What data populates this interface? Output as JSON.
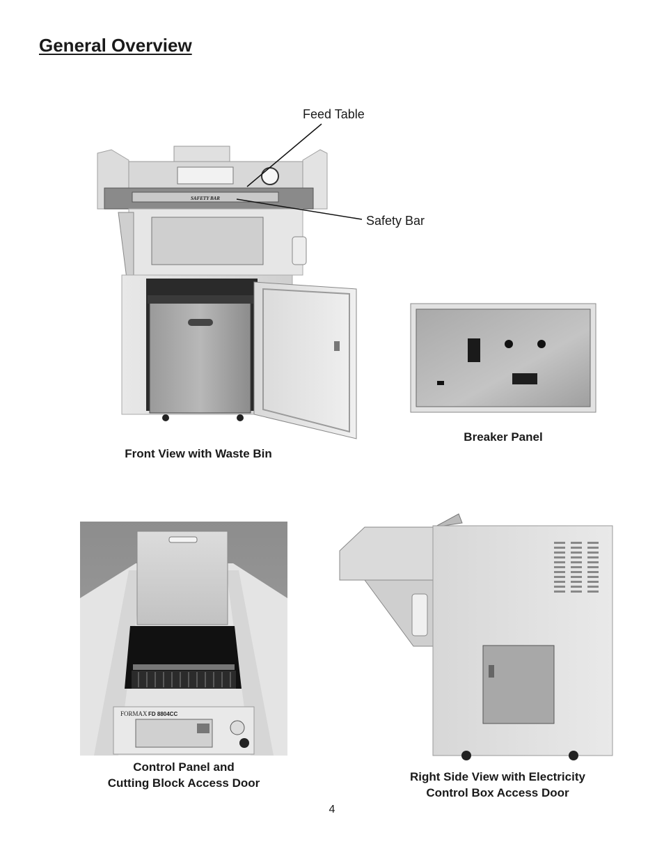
{
  "page": {
    "title": "General Overview",
    "page_number": "4"
  },
  "callouts": {
    "feed_table": "Feed Table",
    "safety_bar": "Safety Bar"
  },
  "machine_text": {
    "safety_bar_plate": "SAFETY BAR",
    "brand": "FORMAX",
    "model": "FD 8804CC"
  },
  "captions": {
    "front_view": "Front View with Waste Bin",
    "breaker_panel": "Breaker Panel",
    "control_panel_line1": "Control Panel and",
    "control_panel_line2": "Cutting Block Access Door",
    "right_side_line1": "Right Side View with Electricity",
    "right_side_line2": "Control Box Access Door"
  }
}
